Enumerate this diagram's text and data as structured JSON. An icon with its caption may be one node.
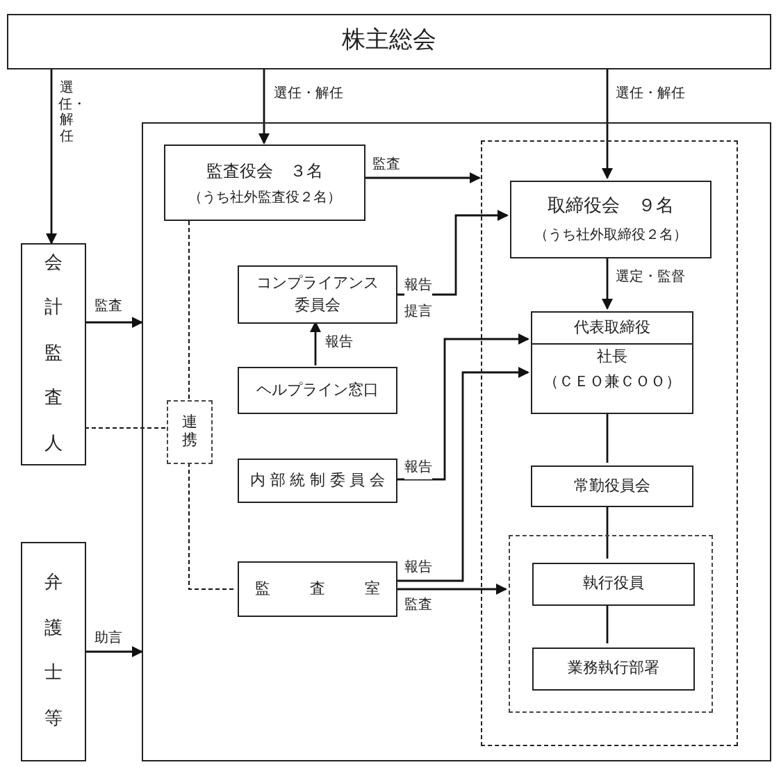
{
  "diagram": {
    "nodes": [
      {
        "text": [
          "株主総会"
        ]
      },
      {
        "text": [
          "会計監査人"
        ]
      },
      {
        "text": [
          "弁護士等"
        ]
      },
      {
        "text": [],
        "shape": "box"
      },
      {
        "text": [
          "監査役会　３名",
          "（うち社外監査役２名）"
        ],
        "in": 3
      },
      {
        "text": [],
        "shape": "box",
        "in": 3
      },
      {
        "text": [
          "取締役会　９名",
          "（うち社外取締役２名）"
        ],
        "in": 5
      },
      {
        "text": [
          "コンプライアンス委員会"
        ],
        "in": 3
      },
      {
        "text": [
          "ヘルプライン窓口"
        ],
        "in": 3
      },
      {
        "text": [
          "連携"
        ],
        "in": 3
      },
      {
        "text": [
          "内部統制委員会"
        ],
        "in": 3
      },
      {
        "text": [
          "代表取締役",
          "社長",
          "（ＣＥＯ兼ＣＯＯ）"
        ],
        "in": 5
      },
      {
        "text": [
          "常勤役員会"
        ],
        "in": 5
      },
      {
        "text": [],
        "shape": "box",
        "in": 5
      },
      {
        "text": [
          "執行役員"
        ],
        "in": 13
      },
      {
        "text": [
          "業務執行部署"
        ],
        "in": 13
      },
      {
        "text": [
          "監査室"
        ],
        "in": 3
      }
    ],
    "edges": [
      {
        "from": 0,
        "to": 1,
        "arrow": "to",
        "label": "選任・解任"
      },
      {
        "from": 0,
        "to": 4,
        "arrow": "to",
        "label": "選任・解任"
      },
      {
        "from": 0,
        "to": 6,
        "arrow": "to",
        "label": "選任・解任"
      },
      {
        "from": 1,
        "to": 3,
        "arrow": "to",
        "label": "監査"
      },
      {
        "from": 2,
        "to": 3,
        "arrow": "to",
        "label": "助言"
      },
      {
        "from": 4,
        "to": 5,
        "arrow": "to",
        "label": "監査"
      },
      {
        "from": 7,
        "to": 6,
        "arrow": "to",
        "label": "報告提言"
      },
      {
        "from": 8,
        "to": 7,
        "arrow": "to",
        "label": "報告"
      },
      {
        "from": 10,
        "to": 11,
        "arrow": "to",
        "label": "報告"
      },
      {
        "from": 16,
        "to": 11,
        "arrow": "to",
        "label": "報告"
      },
      {
        "from": 16,
        "to": 13,
        "arrow": "to",
        "label": "監査"
      },
      {
        "from": 9,
        "to": 4,
        "arrow": "none",
        "style": "dashed"
      },
      {
        "from": 9,
        "to": 1,
        "arrow": "none",
        "style": "dashed"
      },
      {
        "from": 9,
        "to": 16,
        "arrow": "none",
        "style": "dashed"
      },
      {
        "from": 6,
        "to": 11,
        "arrow": "to",
        "label": "選定・監督"
      },
      {
        "from": 11,
        "to": 12,
        "arrow": "none"
      },
      {
        "from": 12,
        "to": 14,
        "arrow": "none"
      },
      {
        "from": 14,
        "to": 15,
        "arrow": "none"
      }
    ]
  }
}
